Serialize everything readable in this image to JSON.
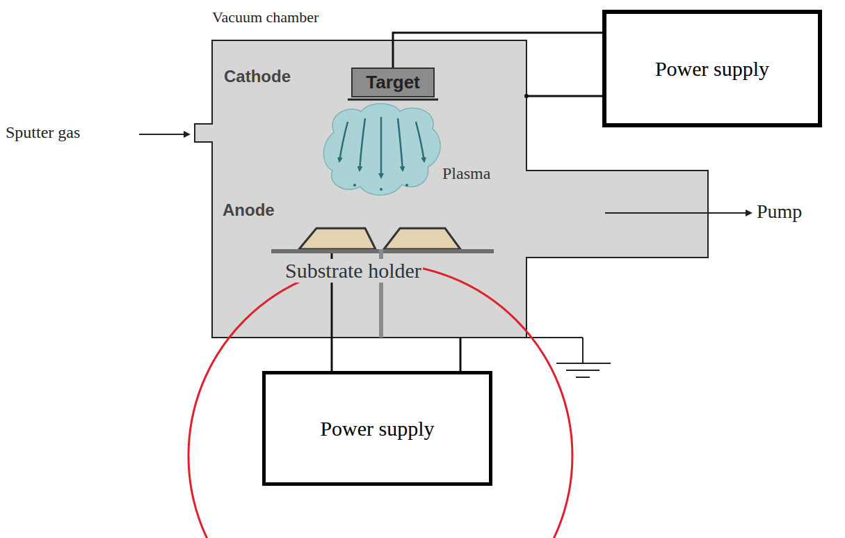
{
  "diagram": {
    "nodes": [
      {
        "text": [
          "Vacuum chamber"
        ]
      },
      {
        "text": [
          "Target"
        ],
        "in": 0
      },
      {
        "text": [
          "Power supply"
        ]
      },
      {
        "text": [
          "Power supply"
        ]
      }
    ],
    "edges": [
      {
        "from": 1,
        "to": 2,
        "arrow": "none"
      },
      {
        "from": 0,
        "to": 2,
        "arrow": "none"
      },
      {
        "from": 3,
        "to": 0,
        "arrow": "none"
      }
    ],
    "labels": [
      "Cathode",
      "Sputter gas",
      "Plasma",
      "Anode",
      "Pump",
      "Substrate holder"
    ]
  }
}
